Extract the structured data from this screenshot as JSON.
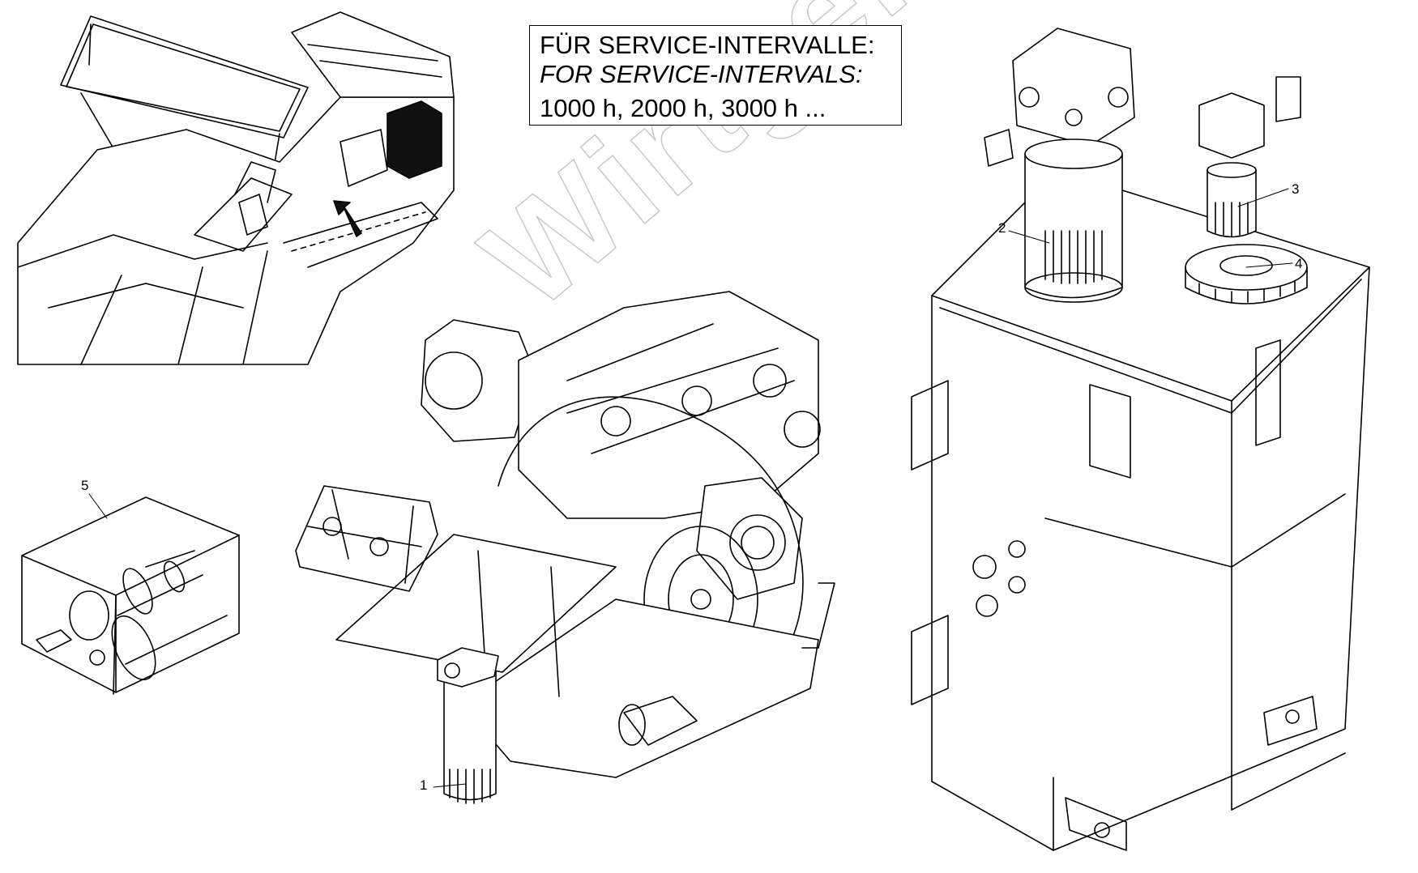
{
  "notice": {
    "line_de": "FÜR SERVICE-INTERVALLE:",
    "line_en": "FOR SERVICE-INTERVALS:",
    "intervals": "1000 h, 2000 h, 3000 h ..."
  },
  "callouts": {
    "item1": "1",
    "item2": "2",
    "item3": "3",
    "item4": "4",
    "item5": "5"
  },
  "watermark": "Wirtgen soft"
}
